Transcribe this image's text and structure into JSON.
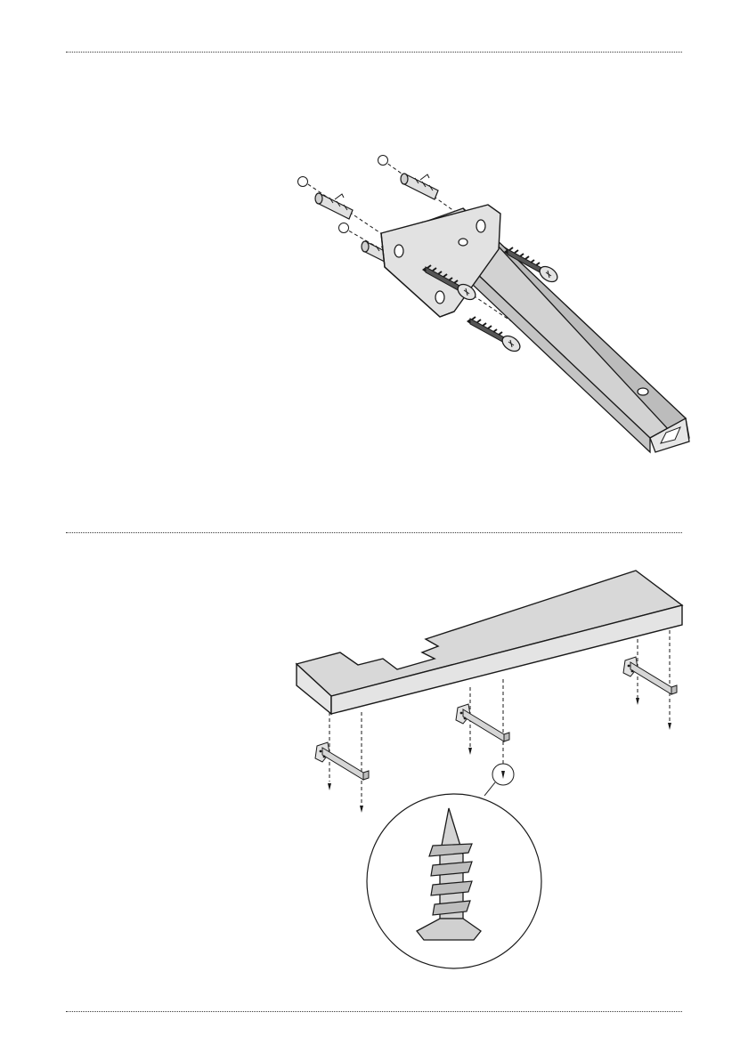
{
  "page": {
    "background": "#ffffff",
    "line_color": "#1a1a1a",
    "part_fill": "#dedede",
    "part_fill_dark": "#bdbdbd",
    "part_fill_light": "#ececec"
  },
  "figure_1": {
    "parts": [
      "wall-plug",
      "wall-plug",
      "wall-plug",
      "screw",
      "screw",
      "screw",
      "bracket"
    ]
  },
  "figure_2": {
    "parts": [
      "shelf-board",
      "bracket",
      "bracket",
      "bracket",
      "screw",
      "screw",
      "screw",
      "screw",
      "screw",
      "screw",
      "magnified-screw"
    ]
  }
}
